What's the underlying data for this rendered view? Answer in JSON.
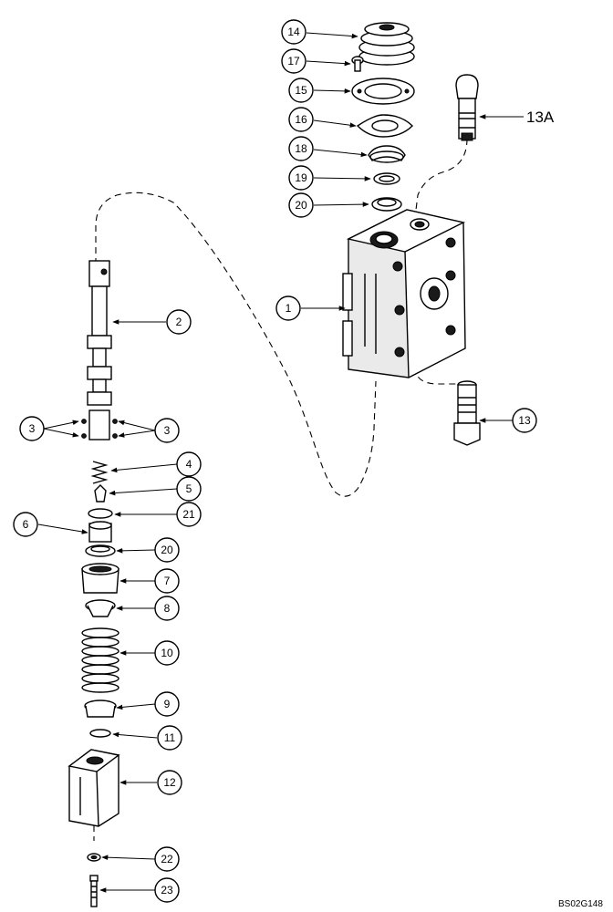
{
  "diagram": {
    "drawing_code": "BS02G148",
    "callouts": [
      {
        "id": "c1",
        "label": "1"
      },
      {
        "id": "c2",
        "label": "2"
      },
      {
        "id": "c3a",
        "label": "3"
      },
      {
        "id": "c3b",
        "label": "3"
      },
      {
        "id": "c4",
        "label": "4"
      },
      {
        "id": "c5",
        "label": "5"
      },
      {
        "id": "c6",
        "label": "6"
      },
      {
        "id": "c7",
        "label": "7"
      },
      {
        "id": "c8",
        "label": "8"
      },
      {
        "id": "c9",
        "label": "9"
      },
      {
        "id": "c10",
        "label": "10"
      },
      {
        "id": "c11",
        "label": "11"
      },
      {
        "id": "c12",
        "label": "12"
      },
      {
        "id": "c13",
        "label": "13"
      },
      {
        "id": "c13a",
        "label": "13A"
      },
      {
        "id": "c14",
        "label": "14"
      },
      {
        "id": "c15",
        "label": "15"
      },
      {
        "id": "c16",
        "label": "16"
      },
      {
        "id": "c17",
        "label": "17"
      },
      {
        "id": "c18",
        "label": "18"
      },
      {
        "id": "c19",
        "label": "19"
      },
      {
        "id": "c20a",
        "label": "20"
      },
      {
        "id": "c20b",
        "label": "20"
      },
      {
        "id": "c21",
        "label": "21"
      },
      {
        "id": "c22",
        "label": "22"
      },
      {
        "id": "c23",
        "label": "23"
      }
    ]
  }
}
